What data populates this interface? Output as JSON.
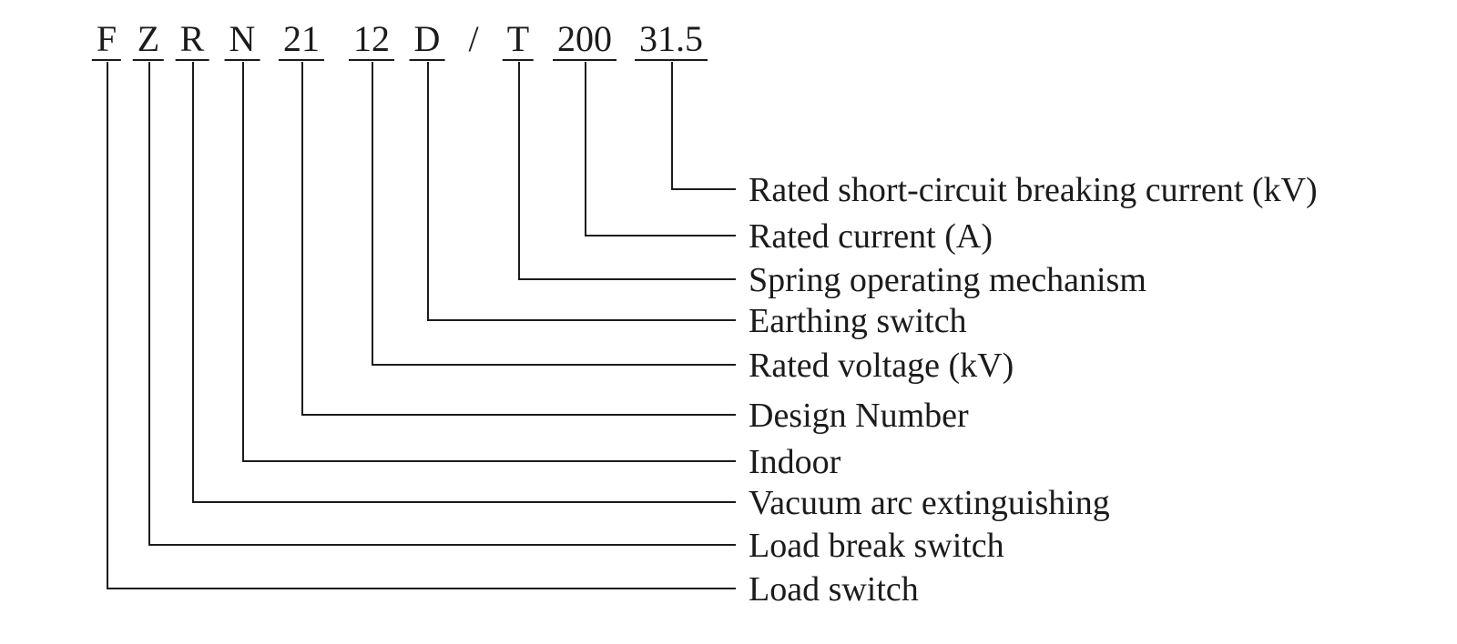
{
  "colors": {
    "ink": "#1b1b1b",
    "background": "#ffffff"
  },
  "code_row": {
    "parts": [
      "F",
      "Z",
      "R",
      "N",
      "21",
      "12",
      "D",
      "/",
      "T",
      "200",
      "31.5"
    ]
  },
  "designations": [
    {
      "code": "31.5",
      "meaning": "Rated short-circuit breaking current (kV)"
    },
    {
      "code": "200",
      "meaning": "Rated current (A)"
    },
    {
      "code": "T",
      "meaning": "Spring operating mechanism"
    },
    {
      "code": "D",
      "meaning": "Earthing switch"
    },
    {
      "code": "12",
      "meaning": "Rated voltage (kV)"
    },
    {
      "code": "21",
      "meaning": "Design Number"
    },
    {
      "code": "N",
      "meaning": "Indoor"
    },
    {
      "code": "R",
      "meaning": "Vacuum arc extinguishing"
    },
    {
      "code": "Z",
      "meaning": "Load break switch"
    },
    {
      "code": "F",
      "meaning": "Load switch"
    }
  ]
}
